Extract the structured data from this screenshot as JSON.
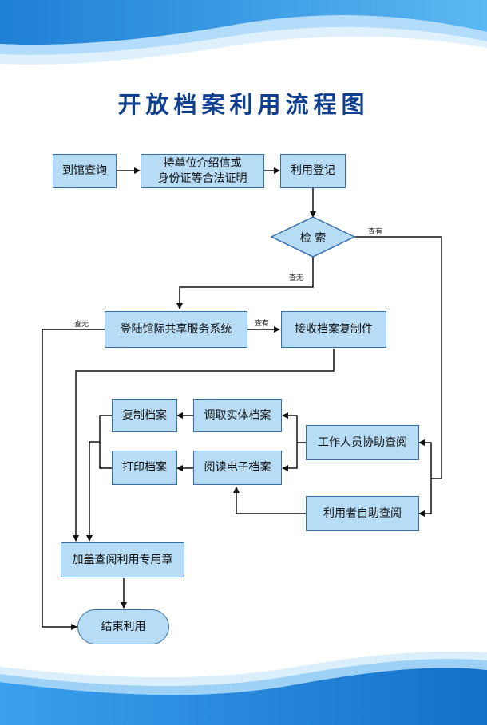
{
  "title": "开放档案利用流程图",
  "nodes": {
    "arrive": "到馆查询",
    "id_letter_line1": "持单位介绍信或",
    "id_letter_line2": "身份证等合法证明",
    "register": "利用登记",
    "search": "检 索",
    "login_system": "登陆馆际共享服务系统",
    "receive_copy": "接收档案复制件",
    "copy_archive": "复制档案",
    "retrieve_physical": "调取实体档案",
    "staff_assist": "工作人员协助查阅",
    "print_archive": "打印档案",
    "read_electronic": "阅读电子档案",
    "self_service": "利用者自助查阅",
    "stamp": "加盖查阅利用专用章",
    "end": "结束利用"
  },
  "edge_labels": {
    "search_found": "查有",
    "search_not_found": "查无",
    "system_not_found": "查无",
    "system_found": "查有"
  },
  "colors": {
    "node_fill": "#b7dcf5",
    "node_border": "#3a6ea8",
    "title": "#0f3f8f",
    "wave": "#2f8fe0"
  }
}
